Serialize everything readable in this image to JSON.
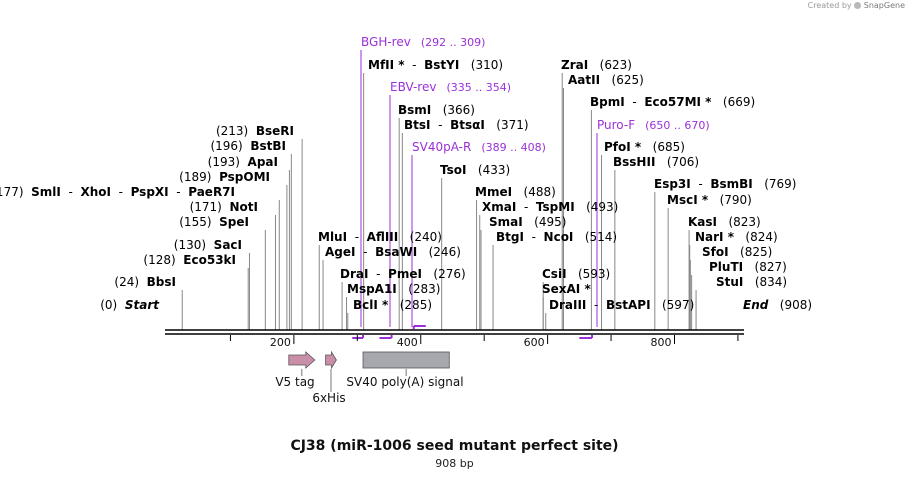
{
  "credit": {
    "prefix": "Created by",
    "brand": "SnapGene"
  },
  "title": "CJ38 (miR-1006 seed mutant perfect site)",
  "subtitle": "908 bp",
  "colors": {
    "enzyme": "#000000",
    "primer": "#9b30d9",
    "v5tag": "#c98fa8",
    "his": "#c98fa8",
    "polya": "#a6a8ae",
    "ruler": "#000000"
  },
  "ruler": {
    "ticks": [
      "200",
      "400",
      "600",
      "800"
    ]
  },
  "features": [
    {
      "name": "V5 tag",
      "start": 192,
      "end": 233,
      "color": "#c98fa8",
      "arrow": true
    },
    {
      "name": "6xHis",
      "start": 250,
      "end": 267,
      "color": "#c98fa8",
      "arrow": true
    },
    {
      "name": "SV40 poly(A) signal",
      "start": 309,
      "end": 445,
      "color": "#a6a8ae",
      "arrow": false
    }
  ],
  "enzymes_left": [
    {
      "enzymes": [
        "Start"
      ],
      "pos": "(0)",
      "site": 0,
      "style": "italic"
    },
    {
      "enzymes": [
        "BbsI"
      ],
      "pos": "(24)",
      "site": 24
    },
    {
      "enzymes": [
        "Eco53kI"
      ],
      "pos": "(128)",
      "site": 128
    },
    {
      "enzymes": [
        "SacI"
      ],
      "pos": "(130)",
      "site": 130
    },
    {
      "enzymes": [
        "SpeI"
      ],
      "pos": "(155)",
      "site": 155
    },
    {
      "enzymes": [
        "NotI"
      ],
      "pos": "(171)",
      "site": 171
    },
    {
      "enzymes": [
        "SmlI",
        "XhoI",
        "PspXI",
        "PaeR7I"
      ],
      "pos": "(177)",
      "site": 177
    },
    {
      "enzymes": [
        "PspOMI"
      ],
      "pos": "(189)",
      "site": 189
    },
    {
      "enzymes": [
        "ApaI"
      ],
      "pos": "(193)",
      "site": 193
    },
    {
      "enzymes": [
        "BstBI"
      ],
      "pos": "(196)",
      "site": 196
    },
    {
      "enzymes": [
        "BseRI"
      ],
      "pos": "(213)",
      "site": 213
    }
  ],
  "enzymes_right": [
    {
      "enzymes": [
        "MluI",
        "AflIII"
      ],
      "pos": "(240)",
      "site": 240
    },
    {
      "enzymes": [
        "AgeI",
        "BsaWI"
      ],
      "pos": "(246)",
      "site": 246
    },
    {
      "enzymes": [
        "DraI",
        "PmeI"
      ],
      "pos": "(276)",
      "site": 276
    },
    {
      "enzymes": [
        "MspA1I"
      ],
      "pos": "(283)",
      "site": 283
    },
    {
      "enzymes": [
        "BclI *"
      ],
      "pos": "(285)",
      "site": 285
    },
    {
      "enzymes": [
        "MfII *",
        "BstYI"
      ],
      "pos": "(310)",
      "site": 310
    },
    {
      "enzymes": [
        "BsmI"
      ],
      "pos": "(366)",
      "site": 366
    },
    {
      "enzymes": [
        "BtsI",
        "BtsαI"
      ],
      "pos": "(371)",
      "site": 371
    },
    {
      "enzymes": [
        "TsoI"
      ],
      "pos": "(433)",
      "site": 433
    },
    {
      "enzymes": [
        "MmeI"
      ],
      "pos": "(488)",
      "site": 488
    },
    {
      "enzymes": [
        "XmaI",
        "TspMI"
      ],
      "pos": "(493)",
      "site": 493
    },
    {
      "enzymes": [
        "SmaI"
      ],
      "pos": "(495)",
      "site": 495
    },
    {
      "enzymes": [
        "BtgI",
        "NcoI"
      ],
      "pos": "(514)",
      "site": 514
    },
    {
      "enzymes": [
        "CsiI"
      ],
      "pos": "(593)",
      "site": 593
    },
    {
      "enzymes": [
        "SexAI *"
      ],
      "pos": "",
      "site": 593
    },
    {
      "enzymes": [
        "DraIII",
        "BstAPI"
      ],
      "pos": "(597)",
      "site": 597
    },
    {
      "enzymes": [
        "ZraI"
      ],
      "pos": "(623)",
      "site": 623
    },
    {
      "enzymes": [
        "AatII"
      ],
      "pos": "(625)",
      "site": 625
    },
    {
      "enzymes": [
        "BpmI",
        "Eco57MI *"
      ],
      "pos": "(669)",
      "site": 669
    },
    {
      "enzymes": [
        "PfoI *"
      ],
      "pos": "(685)",
      "site": 685
    },
    {
      "enzymes": [
        "BssHII"
      ],
      "pos": "(706)",
      "site": 706
    },
    {
      "enzymes": [
        "Esp3I",
        "BsmBI"
      ],
      "pos": "(769)",
      "site": 769
    },
    {
      "enzymes": [
        "MscI *"
      ],
      "pos": "(790)",
      "site": 790
    },
    {
      "enzymes": [
        "KasI"
      ],
      "pos": "(823)",
      "site": 823
    },
    {
      "enzymes": [
        "NarI *"
      ],
      "pos": "(824)",
      "site": 824
    },
    {
      "enzymes": [
        "SfoI"
      ],
      "pos": "(825)",
      "site": 825
    },
    {
      "enzymes": [
        "PluTI"
      ],
      "pos": "(827)",
      "site": 827
    },
    {
      "enzymes": [
        "StuI"
      ],
      "pos": "(834)",
      "site": 834
    },
    {
      "enzymes": [
        "End"
      ],
      "pos": "(908)",
      "site": 908,
      "style": "italic"
    }
  ],
  "primers": [
    {
      "name": "BGH-rev",
      "range": "(292 .. 309)",
      "start": 292,
      "end": 309
    },
    {
      "name": "EBV-rev",
      "range": "(335 .. 354)",
      "start": 335,
      "end": 354
    },
    {
      "name": "SV40pA-R",
      "range": "(389 .. 408)",
      "start": 389,
      "end": 408
    },
    {
      "name": "Puro-F",
      "range": "(650 .. 670)",
      "start": 650,
      "end": 670
    }
  ]
}
